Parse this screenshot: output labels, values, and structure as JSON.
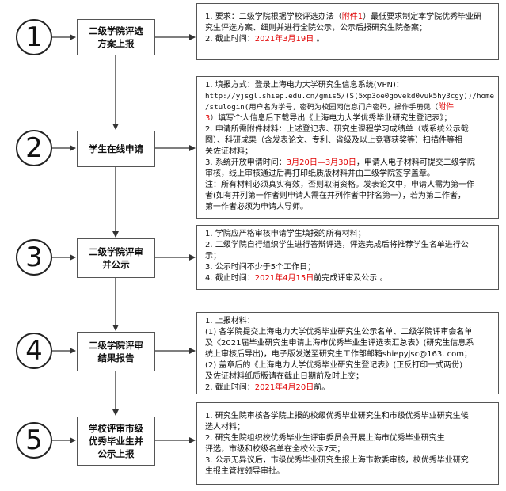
{
  "steps": [
    {
      "number": "1",
      "title": [
        "二级学院评选",
        "方案上报"
      ]
    },
    {
      "number": "2",
      "title": [
        "学生在线申请"
      ]
    },
    {
      "number": "3",
      "title": [
        "二级学院评审",
        "并公示"
      ]
    },
    {
      "number": "4",
      "title": [
        "二级学院评审",
        "结果报告"
      ]
    },
    {
      "number": "5",
      "title": [
        "学校评审市级",
        "优秀毕业生并",
        "公示上报"
      ]
    }
  ],
  "descriptions": {
    "d1": {
      "l1": "1. 要求：二级学院根据学校评选办法（",
      "l1_red": "附件1",
      "l1_b": "）最低要求制定本学院优秀毕业研",
      "l2": "究生评选方案、细则并进行全院公示，公示后报研究生院备案；",
      "l3": "2. 截止时间：",
      "l3_red": "2021年3月19日",
      "l3_b": " 。"
    },
    "d2": {
      "l1": "1. 填报方式：登录上海电力大学研究生信息系统(VPN)：",
      "l2": "http://yjsgl.shiep.edu.cn/gmis5/(S(5xp3oe0govekd0vuk5hy3cgy))/home",
      "l3": "/stulogin(用户名为学号，密码为校园网信息门户密码，操作手册见（",
      "l3_red": "附件",
      "l4_red": "3",
      "l4": "）填写个人信息后下载导出《上海电力大学优秀毕业研究生登记表》；",
      "l5": "2. 申请所需附件材料：上述登记表、研究生课程学习成绩单（或系统公示截",
      "l6": "图）、科研成果（含发表论文、专利、省级及以上竞赛获奖等）扫描件等相",
      "l7": "关佐证材料；",
      "l8": "3. 系统开放申请时间：",
      "l8_red": "3月20日—3月30日",
      "l8_b": "，申请人电子材料可提交二级学院",
      "l9": "审核，线上审核通过后再打印纸质版材料并由二级学院签字盖章。",
      "l10": "注：所有材料必须真实有效，否则取消资格。发表论文中，申请人需为第一作",
      "l11": "者(如有并列第一作者则申请人需在并列作者中排名第一），若为第二作者，",
      "l12": "第一作者必须为申请人导师。"
    },
    "d3": {
      "l1": "1. 学院应严格审核申请学生填报的所有材料；",
      "l2": "2. 二级学院自行组织学生进行答辩评选，评选完成后将推荐学生名单进行公",
      "l3": "示；",
      "l4": "3. 公示时间不少于5个工作日；",
      "l5": "4. 截止时间：",
      "l5_red": "2021年4月15日",
      "l5_b": "前完成评审及公示 。"
    },
    "d4": {
      "l1": "1. 上报材料：",
      "l2": "(1) 各学院提交上海电力大学优秀毕业研究生公示名单、二级学院评审会名单",
      "l3": "及《2021届毕业研究生申请上海市优秀毕业生评选表汇总表》(研究生信息系",
      "l4": "统上审核后导出)，电子版发送至研究生工作部邮箱shiepyjsc@163. com；",
      "l5": "(2) 盖章后的《上海电力大学优秀毕业研究生登记表》(正反打印一式两份)",
      "l6": "及佐证材料纸质版请在截止日期前及时上交；",
      "l7": "2. 截止时间：",
      "l7_red": "2021年4月20日",
      "l7_b": "前。"
    },
    "d5": {
      "l1": "1. 研究生院审核各学院上报的校级优秀毕业研究生和市级优秀毕业研究生候",
      "l2": "选人材料；",
      "l3": "2. 研究生院组织校优秀毕业生评审委员会开展上海市优秀毕业研究生",
      "l4": "评选，市级和校级名单在全校公示7天；",
      "l5": "3. 公示无异议后，市级优秀毕业研究生报上海市教委审核，校优秀毕业研究",
      "l6": "生报主管校领导审批。"
    }
  },
  "colors": {
    "highlight": "#e00000",
    "border": "#555555",
    "line": "#333333"
  }
}
